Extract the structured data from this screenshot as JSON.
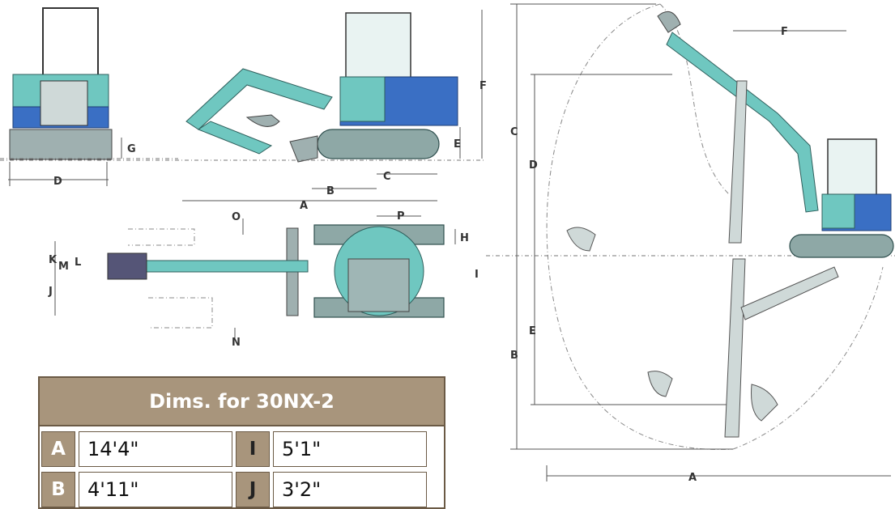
{
  "diagram": {
    "labels": {
      "front": {
        "D": "D",
        "G": "G"
      },
      "side": {
        "A": "A",
        "B": "B",
        "C": "C",
        "E": "E",
        "F": "F"
      },
      "top": {
        "O": "O",
        "P": "P",
        "H": "H",
        "K": "K",
        "M": "M",
        "L": "L",
        "J": "J",
        "N": "N",
        "I": "I"
      },
      "reach": {
        "F": "F",
        "C": "C",
        "D": "D",
        "E": "E",
        "B": "B",
        "A": "A"
      }
    }
  },
  "table": {
    "title": "Dims. for 30NX-2",
    "rows": [
      {
        "k1": "A",
        "v1": "14'4\"",
        "k2": "I",
        "v2": "5'1\""
      },
      {
        "k1": "B",
        "v1": "4'11\"",
        "k2": "J",
        "v2": "3'2\""
      }
    ]
  }
}
